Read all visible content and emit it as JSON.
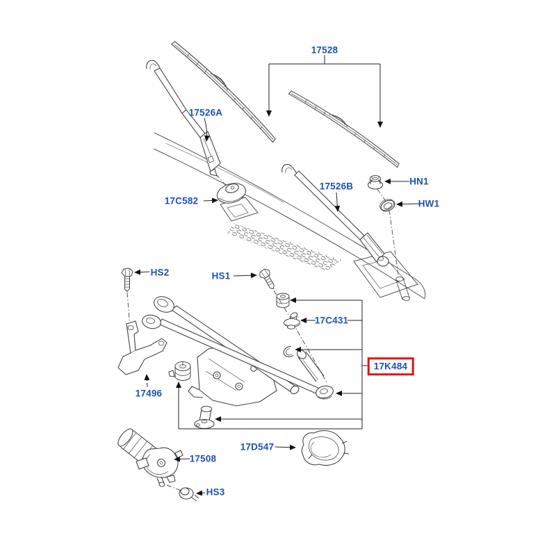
{
  "colors": {
    "label-blue": "#1E51B5",
    "highlight-red": "#DE1410",
    "line-gray": "#444444",
    "background": "#FFFFFF"
  },
  "callouts": {
    "blades": "17528",
    "arm_a": "17526A",
    "pivot_cap": "17C582",
    "arm_b": "17526B",
    "nut": "HN1",
    "washer": "HW1",
    "bolt_left": "HS2",
    "bolt_center": "HS1",
    "grommet": "17C431",
    "linkage": "17K484",
    "bracket": "17496",
    "motor": "17508",
    "bolt_motor": "HS3",
    "cover": "17D547"
  },
  "highlighted_callout": "17K484"
}
